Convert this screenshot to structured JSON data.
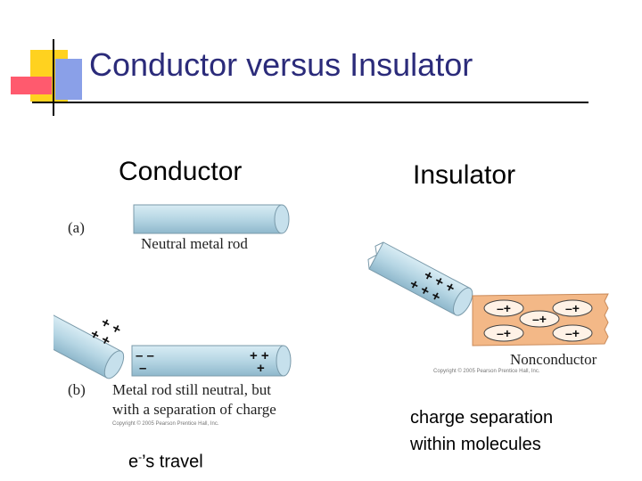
{
  "slide": {
    "title": "Conductor versus Insulator",
    "left_heading": "Conductor",
    "right_heading": "Insulator"
  },
  "conductor_figure": {
    "label_a": "(a)",
    "label_b": "(b)",
    "caption_a": "Neutral metal rod",
    "caption_b_line1": "Metal rod still neutral, but",
    "caption_b_line2": "with a separation of charge",
    "copyright": "Copyright © 2005 Pearson Prentice Hall, Inc.",
    "charges": {
      "charged_rod": "+ +\n+ +",
      "rod_left_top": "– –",
      "rod_left_bottom": "–",
      "rod_right_top": "+ +",
      "rod_right_bottom": "+"
    }
  },
  "insulator_figure": {
    "caption": "Nonconductor",
    "copyright": "Copyright © 2005 Pearson Prentice Hall, Inc.",
    "dipole_label": "–+"
  },
  "notes": {
    "left": "e",
    "left_sup": "-",
    "left_rest": "’s travel",
    "right_line1": "charge separation",
    "right_line2": "within molecules"
  },
  "colors": {
    "title": "#2b2b7a",
    "deco_yellow": "#ffd21f",
    "deco_red": "#ff5a6e",
    "deco_blue": "#8aa0e8",
    "rod": "#b6d6e4",
    "insulator_block": "#f3b887"
  }
}
